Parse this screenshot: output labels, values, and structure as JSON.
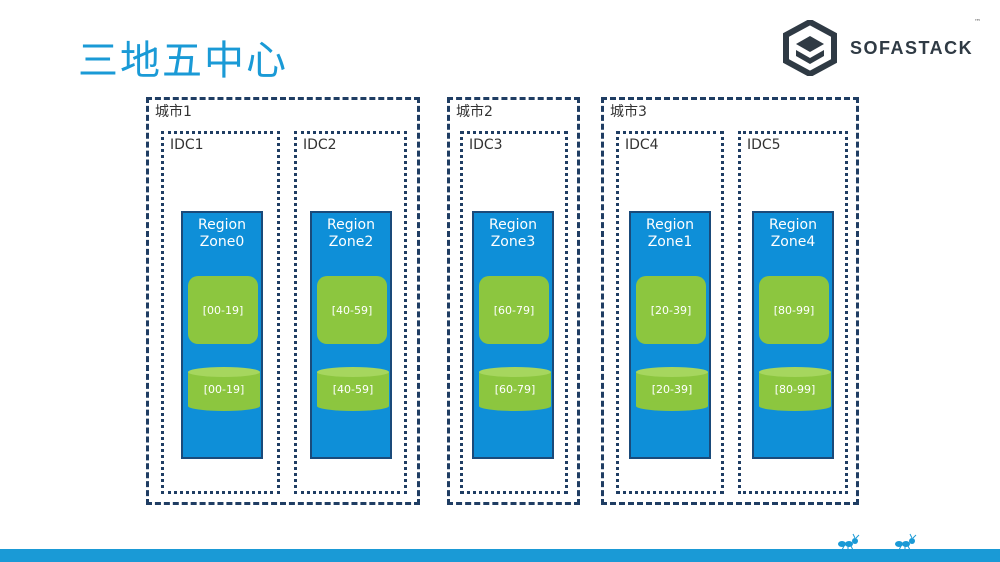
{
  "title": "三地五中心",
  "brand": {
    "name": "SOFASTACK",
    "tm": "™",
    "icon": "sofastack-logo-icon"
  },
  "colors": {
    "accent": "#1a9ad6",
    "zone": "#0e8fd8",
    "shard": "#8cc63f",
    "border": "#1f3d63"
  },
  "cities": [
    {
      "label": "城市1"
    },
    {
      "label": "城市2"
    },
    {
      "label": "城市3"
    }
  ],
  "idcs": [
    {
      "label": "IDC1",
      "region": "Region",
      "zone": "Zone0",
      "range": "[00-19]",
      "db": "[00-19]"
    },
    {
      "label": "IDC2",
      "region": "Region",
      "zone": "Zone2",
      "range": "[40-59]",
      "db": "[40-59]"
    },
    {
      "label": "IDC3",
      "region": "Region",
      "zone": "Zone3",
      "range": "[60-79]",
      "db": "[60-79]"
    },
    {
      "label": "IDC4",
      "region": "Region",
      "zone": "Zone1",
      "range": "[20-39]",
      "db": "[20-39]"
    },
    {
      "label": "IDC5",
      "region": "Region",
      "zone": "Zone4",
      "range": "[80-99]",
      "db": "[80-99]"
    }
  ]
}
